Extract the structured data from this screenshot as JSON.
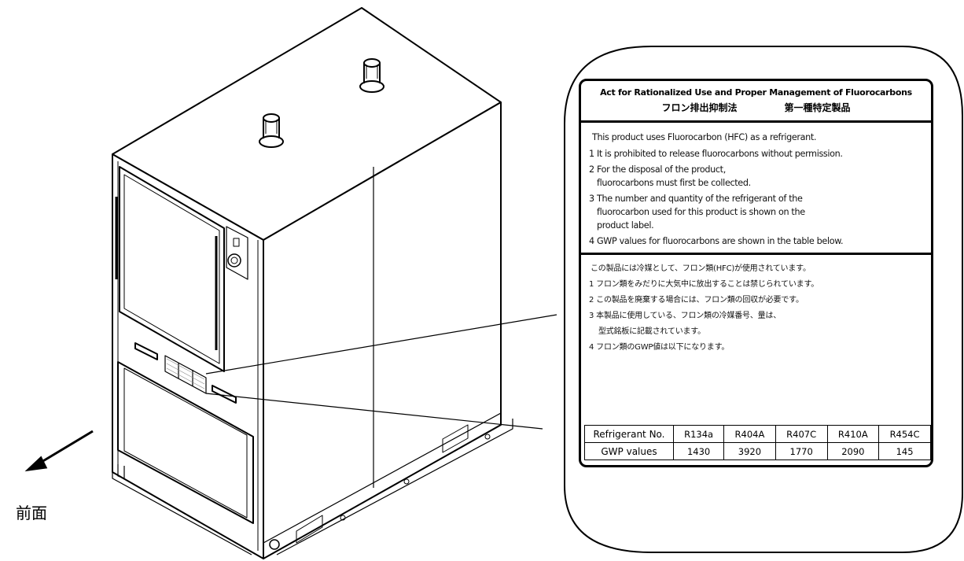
{
  "direction_label": "前面",
  "label": {
    "title_en": "Act for Rationalized Use and Proper Management of Fluorocarbons",
    "title_jp_1": "フロン排出抑制法",
    "title_jp_2": "第一種特定製品",
    "english": {
      "intro": "This product uses Fluorocarbon (HFC) as a refrigerant.",
      "item1": "1 It is prohibited to release fluorocarbons without permission.",
      "item2_a": "2 For the disposal of the product,",
      "item2_b": "fluorocarbons must first be collected.",
      "item3_a": "3 The number and quantity of the refrigerant of the",
      "item3_b": "fluorocarbon used for this product is shown on the",
      "item3_c": "product label.",
      "item4": "4 GWP values for fluorocarbons are shown in the table below."
    },
    "japanese": {
      "intro": "この製品には冷媒として、フロン類(HFC)が使用されています。",
      "item1": "1 フロン類をみだりに大気中に放出することは禁じられています。",
      "item2": "2 この製品を廃棄する場合には、フロン類の回収が必要です。",
      "item3_a": "3 本製品に使用している、フロン類の冷媒番号、量は、",
      "item3_b": "型式銘板に記載されています。",
      "item4": "4 フロン類のGWP値は以下になります。"
    },
    "table": {
      "row1_header": "Refrigerant No.",
      "row2_header": "GWP values",
      "refrigerants": [
        "R134a",
        "R404A",
        "R407C",
        "R410A",
        "R454C"
      ],
      "gwp": [
        "1430",
        "3920",
        "1770",
        "2090",
        "145"
      ]
    }
  }
}
